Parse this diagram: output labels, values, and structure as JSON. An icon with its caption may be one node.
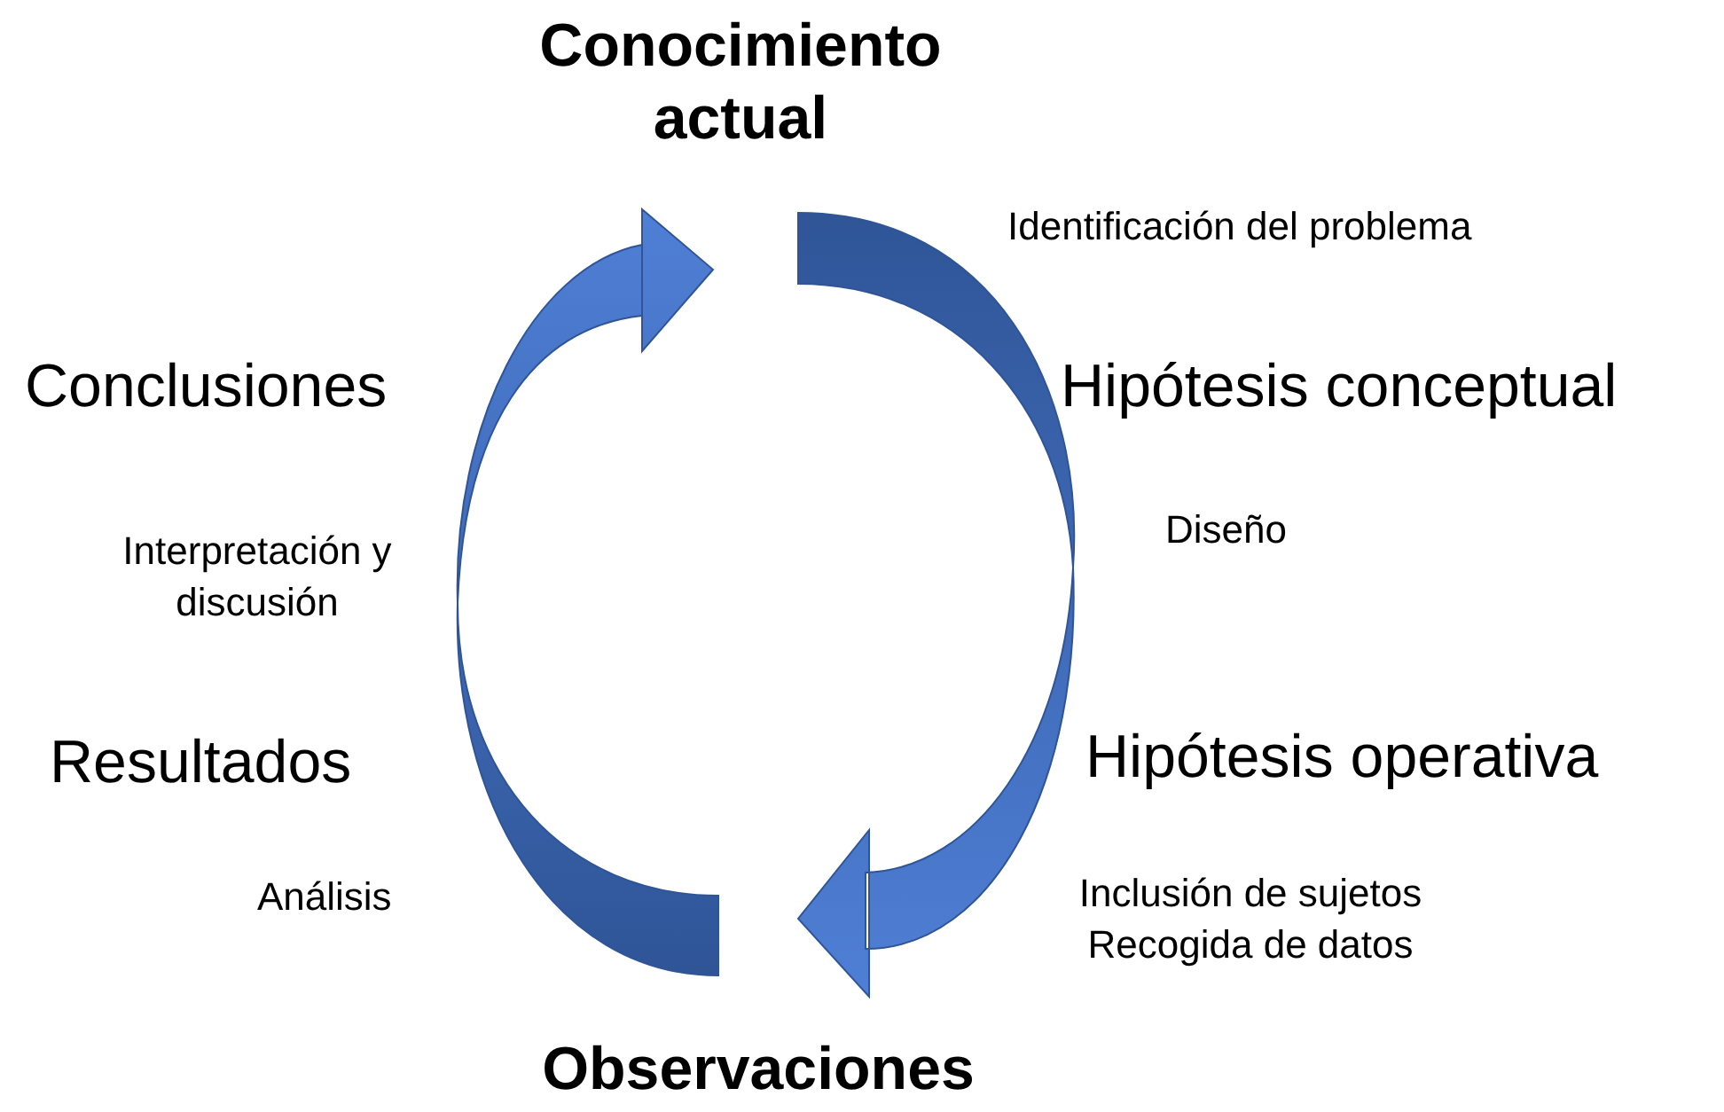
{
  "diagram": {
    "nodes": [
      {
        "text": [
          "Conocimiento actual"
        ]
      },
      {
        "text": [
          "Observaciones"
        ]
      }
    ],
    "edges": [
      {
        "from": 0,
        "to": 1,
        "arrow": "to"
      },
      {
        "from": 1,
        "to": 0,
        "arrow": "to"
      }
    ],
    "labels": [
      "Identificación del problema",
      "Hipótesis conceptual",
      "Diseño",
      "Hipótesis operativa",
      "Inclusión de sujetos Recogida de datos",
      "Conclusiones",
      "Interpretación y discusión",
      "Resultados",
      "Análisis"
    ]
  }
}
